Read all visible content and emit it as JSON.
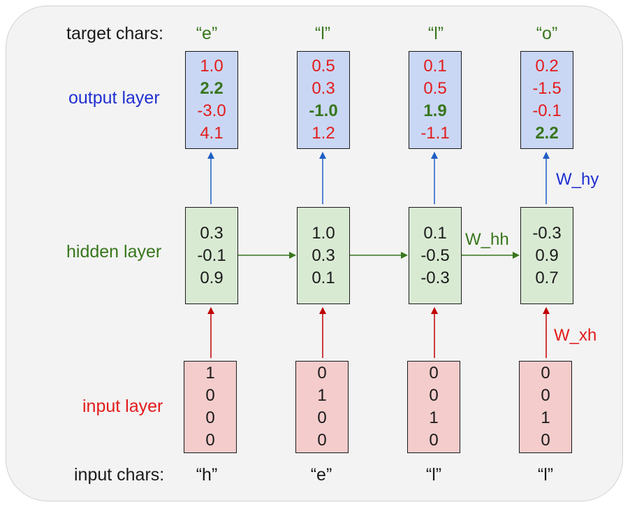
{
  "labels": {
    "target_chars": "target chars:",
    "output_layer": "output layer",
    "hidden_layer": "hidden layer",
    "input_layer": "input layer",
    "input_chars": "input chars:"
  },
  "weights": {
    "hy": "W_hy",
    "hh": "W_hh",
    "xh": "W_xh"
  },
  "colors": {
    "output_text": "#e31b1b",
    "output_best": "#38761d",
    "output_label": "#1f2fd1",
    "hidden_label": "#38761d",
    "input_label": "#e31b1b",
    "target_text": "#38761d",
    "arrow_up_output": "#1f5fc4",
    "arrow_hidden": "#38761d",
    "arrow_up_input": "#c00000"
  },
  "timesteps": [
    {
      "target_char": "“e”",
      "input_char": "“h”",
      "output": [
        "1.0",
        "2.2",
        "-3.0",
        "4.1"
      ],
      "output_best_index": 1,
      "hidden": [
        "0.3",
        "-0.1",
        "0.9"
      ],
      "input": [
        "1",
        "0",
        "0",
        "0"
      ]
    },
    {
      "target_char": "“l”",
      "input_char": "“e”",
      "output": [
        "0.5",
        "0.3",
        "-1.0",
        "1.2"
      ],
      "output_best_index": 2,
      "hidden": [
        "1.0",
        "0.3",
        "0.1"
      ],
      "input": [
        "0",
        "1",
        "0",
        "0"
      ]
    },
    {
      "target_char": "“l”",
      "input_char": "“l”",
      "output": [
        "0.1",
        "0.5",
        "1.9",
        "-1.1"
      ],
      "output_best_index": 2,
      "hidden": [
        "0.1",
        "-0.5",
        "-0.3"
      ],
      "input": [
        "0",
        "0",
        "1",
        "0"
      ]
    },
    {
      "target_char": "“o”",
      "input_char": "“l”",
      "output": [
        "0.2",
        "-1.5",
        "-0.1",
        "2.2"
      ],
      "output_best_index": 3,
      "hidden": [
        "-0.3",
        "0.9",
        "0.7"
      ],
      "input": [
        "0",
        "0",
        "1",
        "0"
      ]
    }
  ]
}
